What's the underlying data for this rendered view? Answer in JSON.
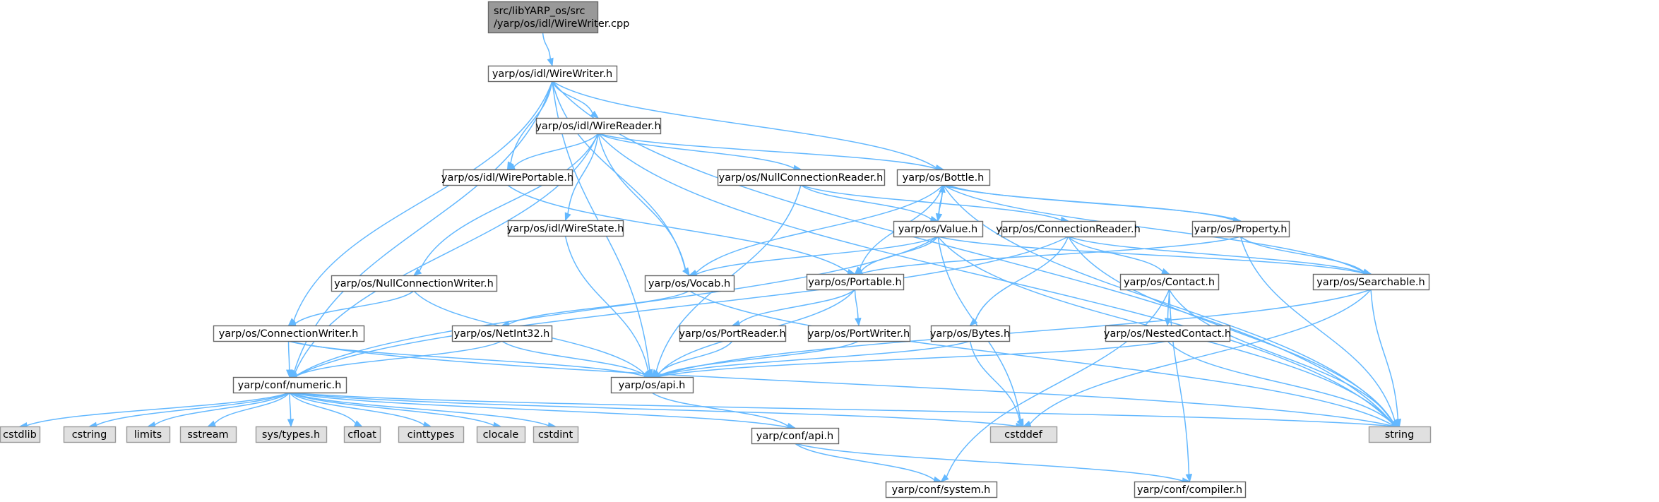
{
  "graph": {
    "edge_color": "#63b8ff",
    "node_border_color": "#666666",
    "root_fill": "#999999",
    "system_fill": "#e0e0e0",
    "nodes": [
      {
        "id": "root",
        "kind": "root",
        "lines": [
          "src/libYARP_os/src",
          "/yarp/os/idl/WireWriter.cpp"
        ]
      },
      {
        "id": "wirewriter",
        "kind": "plain",
        "lines": [
          "yarp/os/idl/WireWriter.h"
        ]
      },
      {
        "id": "wirereader",
        "kind": "plain",
        "lines": [
          "yarp/os/idl/WireReader.h"
        ]
      },
      {
        "id": "wireportable",
        "kind": "plain",
        "lines": [
          "yarp/os/idl/WirePortable.h"
        ]
      },
      {
        "id": "wirestate",
        "kind": "plain",
        "lines": [
          "yarp/os/idl/WireState.h"
        ]
      },
      {
        "id": "nullconnreader",
        "kind": "plain",
        "lines": [
          "yarp/os/NullConnectionReader.h"
        ]
      },
      {
        "id": "bottle",
        "kind": "plain",
        "lines": [
          "yarp/os/Bottle.h"
        ]
      },
      {
        "id": "value",
        "kind": "plain",
        "lines": [
          "yarp/os/Value.h"
        ]
      },
      {
        "id": "connreader",
        "kind": "plain",
        "lines": [
          "yarp/os/ConnectionReader.h"
        ]
      },
      {
        "id": "property",
        "kind": "plain",
        "lines": [
          "yarp/os/Property.h"
        ]
      },
      {
        "id": "nullconnwriter",
        "kind": "plain",
        "lines": [
          "yarp/os/NullConnectionWriter.h"
        ]
      },
      {
        "id": "vocab",
        "kind": "plain",
        "lines": [
          "yarp/os/Vocab.h"
        ]
      },
      {
        "id": "portable",
        "kind": "plain",
        "lines": [
          "yarp/os/Portable.h"
        ]
      },
      {
        "id": "contact",
        "kind": "plain",
        "lines": [
          "yarp/os/Contact.h"
        ]
      },
      {
        "id": "searchable",
        "kind": "plain",
        "lines": [
          "yarp/os/Searchable.h"
        ]
      },
      {
        "id": "connwriter",
        "kind": "plain",
        "lines": [
          "yarp/os/ConnectionWriter.h"
        ]
      },
      {
        "id": "netint32",
        "kind": "plain",
        "lines": [
          "yarp/os/NetInt32.h"
        ]
      },
      {
        "id": "portreader",
        "kind": "plain",
        "lines": [
          "yarp/os/PortReader.h"
        ]
      },
      {
        "id": "portwriter",
        "kind": "plain",
        "lines": [
          "yarp/os/PortWriter.h"
        ]
      },
      {
        "id": "bytes",
        "kind": "plain",
        "lines": [
          "yarp/os/Bytes.h"
        ]
      },
      {
        "id": "nestedcontact",
        "kind": "plain",
        "lines": [
          "yarp/os/NestedContact.h"
        ]
      },
      {
        "id": "numeric",
        "kind": "plain",
        "lines": [
          "yarp/conf/numeric.h"
        ]
      },
      {
        "id": "osapi",
        "kind": "plain",
        "lines": [
          "yarp/os/api.h"
        ]
      },
      {
        "id": "cstdlib",
        "kind": "sys",
        "lines": [
          "cstdlib"
        ]
      },
      {
        "id": "cstring",
        "kind": "sys",
        "lines": [
          "cstring"
        ]
      },
      {
        "id": "limits",
        "kind": "sys",
        "lines": [
          "limits"
        ]
      },
      {
        "id": "sstream",
        "kind": "sys",
        "lines": [
          "sstream"
        ]
      },
      {
        "id": "systypes",
        "kind": "sys",
        "lines": [
          "sys/types.h"
        ]
      },
      {
        "id": "cfloat",
        "kind": "sys",
        "lines": [
          "cfloat"
        ]
      },
      {
        "id": "cinttypes",
        "kind": "sys",
        "lines": [
          "cinttypes"
        ]
      },
      {
        "id": "clocale",
        "kind": "sys",
        "lines": [
          "clocale"
        ]
      },
      {
        "id": "cstdint",
        "kind": "sys",
        "lines": [
          "cstdint"
        ]
      },
      {
        "id": "cstddef",
        "kind": "sys",
        "lines": [
          "cstddef"
        ]
      },
      {
        "id": "string",
        "kind": "sys",
        "lines": [
          "string"
        ]
      },
      {
        "id": "confapi",
        "kind": "plain",
        "lines": [
          "yarp/conf/api.h"
        ]
      },
      {
        "id": "system",
        "kind": "plain",
        "lines": [
          "yarp/conf/system.h"
        ]
      },
      {
        "id": "compiler",
        "kind": "plain",
        "lines": [
          "yarp/conf/compiler.h"
        ]
      }
    ],
    "edges": [
      [
        "root",
        "wirewriter"
      ],
      [
        "wirewriter",
        "wirereader"
      ],
      [
        "wirewriter",
        "wireportable"
      ],
      [
        "wirewriter",
        "bottle"
      ],
      [
        "wirewriter",
        "vocab"
      ],
      [
        "wirewriter",
        "connwriter"
      ],
      [
        "wirewriter",
        "numeric"
      ],
      [
        "wirewriter",
        "osapi"
      ],
      [
        "wirewriter",
        "string"
      ],
      [
        "wirereader",
        "wireportable"
      ],
      [
        "wirereader",
        "wirestate"
      ],
      [
        "wirereader",
        "nullconnreader"
      ],
      [
        "wirereader",
        "bottle"
      ],
      [
        "wirereader",
        "nullconnwriter"
      ],
      [
        "wirereader",
        "vocab"
      ],
      [
        "wirereader",
        "numeric"
      ],
      [
        "wirereader",
        "string"
      ],
      [
        "wireportable",
        "portable"
      ],
      [
        "wirestate",
        "osapi"
      ],
      [
        "nullconnreader",
        "value"
      ],
      [
        "nullconnreader",
        "connreader"
      ],
      [
        "nullconnreader",
        "osapi"
      ],
      [
        "bottle",
        "value"
      ],
      [
        "bottle",
        "property"
      ],
      [
        "bottle",
        "searchable"
      ],
      [
        "bottle",
        "portable"
      ],
      [
        "bottle",
        "vocab"
      ],
      [
        "bottle",
        "string"
      ],
      [
        "value",
        "bottle"
      ],
      [
        "value",
        "vocab"
      ],
      [
        "value",
        "portable"
      ],
      [
        "value",
        "searchable"
      ],
      [
        "value",
        "numeric"
      ],
      [
        "value",
        "cstddef"
      ],
      [
        "value",
        "string"
      ],
      [
        "property",
        "bottle"
      ],
      [
        "property",
        "searchable"
      ],
      [
        "property",
        "portable"
      ],
      [
        "property",
        "string"
      ],
      [
        "connreader",
        "contact"
      ],
      [
        "connreader",
        "bytes"
      ],
      [
        "connreader",
        "searchable"
      ],
      [
        "connreader",
        "numeric"
      ],
      [
        "connreader",
        "string"
      ],
      [
        "nullconnwriter",
        "connwriter"
      ],
      [
        "nullconnwriter",
        "osapi"
      ],
      [
        "vocab",
        "netint32"
      ],
      [
        "vocab",
        "string"
      ],
      [
        "portable",
        "portreader"
      ],
      [
        "portable",
        "portwriter"
      ],
      [
        "portable",
        "osapi"
      ],
      [
        "contact",
        "nestedcontact"
      ],
      [
        "contact",
        "string"
      ],
      [
        "contact",
        "system"
      ],
      [
        "contact",
        "compiler"
      ],
      [
        "searchable",
        "osapi"
      ],
      [
        "searchable",
        "cstddef"
      ],
      [
        "searchable",
        "string"
      ],
      [
        "connwriter",
        "numeric"
      ],
      [
        "connwriter",
        "osapi"
      ],
      [
        "connwriter",
        "string"
      ],
      [
        "netint32",
        "numeric"
      ],
      [
        "netint32",
        "osapi"
      ],
      [
        "portreader",
        "osapi"
      ],
      [
        "portwriter",
        "osapi"
      ],
      [
        "bytes",
        "osapi"
      ],
      [
        "bytes",
        "cstddef"
      ],
      [
        "nestedcontact",
        "osapi"
      ],
      [
        "nestedcontact",
        "string"
      ],
      [
        "numeric",
        "cstdlib"
      ],
      [
        "numeric",
        "cstring"
      ],
      [
        "numeric",
        "limits"
      ],
      [
        "numeric",
        "sstream"
      ],
      [
        "numeric",
        "systypes"
      ],
      [
        "numeric",
        "cfloat"
      ],
      [
        "numeric",
        "cinttypes"
      ],
      [
        "numeric",
        "clocale"
      ],
      [
        "numeric",
        "cstdint"
      ],
      [
        "numeric",
        "cstddef"
      ],
      [
        "numeric",
        "string"
      ],
      [
        "numeric",
        "confapi"
      ],
      [
        "osapi",
        "confapi"
      ],
      [
        "confapi",
        "system"
      ],
      [
        "confapi",
        "compiler"
      ]
    ]
  }
}
